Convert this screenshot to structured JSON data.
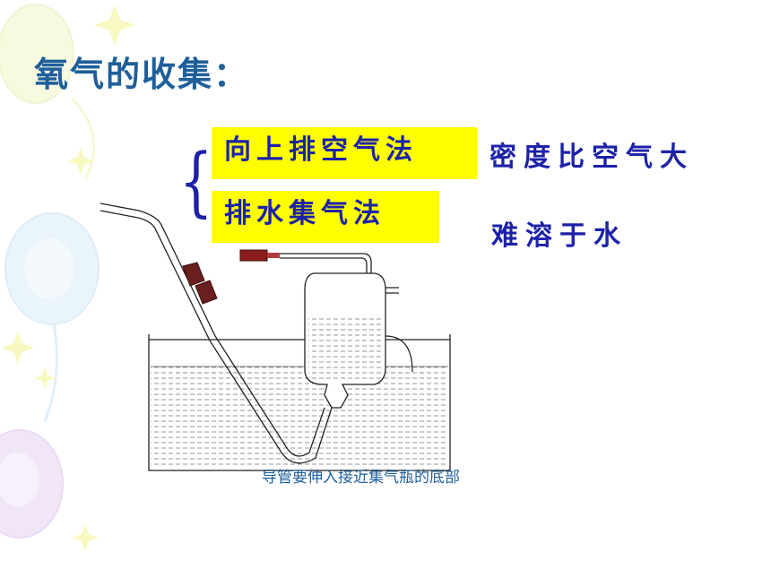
{
  "slide": {
    "title": "氧气的收集：",
    "methods": [
      {
        "label": "向上排空气法",
        "reason": "密度比空气大"
      },
      {
        "label": "排水集气法",
        "reason": "难溶于水"
      }
    ],
    "brace": "{",
    "caption": "导管要伸入接近集气瓶的底部"
  },
  "colors": {
    "title": "#1f5f9a",
    "method_text": "#1d22a8",
    "highlight": "#ffff00",
    "caption": "#1f5f9a"
  },
  "icons": [
    "balloon-decoration",
    "sparkle-decoration",
    "gas-collection-apparatus"
  ]
}
